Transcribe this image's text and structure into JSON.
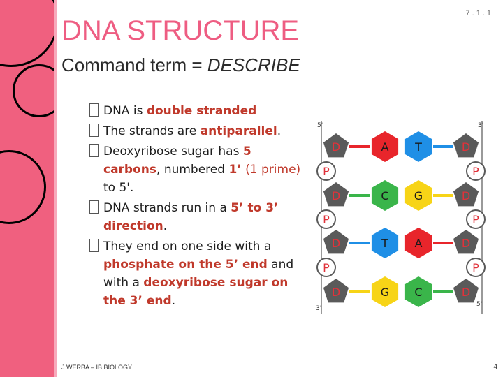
{
  "slide": {
    "number_label": "7.1.1",
    "title": "DNA STRUCTURE",
    "subtitle_prefix": "Command term = ",
    "subtitle_term": "DESCRIBE",
    "footer": "J WERBA – IB BIOLOGY",
    "page_number": "4"
  },
  "bullets": [
    {
      "parts": [
        {
          "text": "DNA is ",
          "hl": false
        },
        {
          "text": "double stranded",
          "hl": true
        }
      ]
    },
    {
      "parts": [
        {
          "text": "The strands are ",
          "hl": false
        },
        {
          "text": "antiparallel",
          "hl": true
        },
        {
          "text": ".",
          "hl": false
        }
      ]
    },
    {
      "parts": [
        {
          "text": "Deoxyribose sugar has ",
          "hl": false
        },
        {
          "text": "5 carbons",
          "hl": true
        },
        {
          "text": ", numbered ",
          "hl": false
        },
        {
          "text": "1’",
          "hl": true
        },
        {
          "text": " (1 prime)",
          "hl": "soft"
        },
        {
          "text": " to 5'.",
          "hl": false
        }
      ]
    },
    {
      "parts": [
        {
          "text": "DNA strands run in a ",
          "hl": false
        },
        {
          "text": "5’ to 3’ direction",
          "hl": true
        },
        {
          "text": ".",
          "hl": false
        }
      ]
    },
    {
      "parts": [
        {
          "text": "They end on one side with a ",
          "hl": false
        },
        {
          "text": "phosphate on the 5’ end",
          "hl": true
        },
        {
          "text": " and with a ",
          "hl": false
        },
        {
          "text": "deoxyribose sugar on the 3’ end",
          "hl": true
        },
        {
          "text": ".",
          "hl": false
        }
      ]
    }
  ],
  "diagram": {
    "left_strand": [
      "D",
      "P",
      "D",
      "P",
      "D",
      "P",
      "D"
    ],
    "right_strand": [
      "D",
      "P",
      "D",
      "P",
      "D",
      "P",
      "D"
    ],
    "end_labels": {
      "top_left": "5'",
      "top_right": "3'",
      "bottom_left": "3'",
      "bottom_right": "5'"
    },
    "base_pairs": [
      {
        "left": "A",
        "right": "T",
        "left_color": "#e8252b",
        "right_color": "#1f8fe6"
      },
      {
        "left": "C",
        "right": "G",
        "left_color": "#3ab54a",
        "right_color": "#f7d417"
      },
      {
        "left": "T",
        "right": "A",
        "left_color": "#1f8fe6",
        "right_color": "#e8252b"
      },
      {
        "left": "G",
        "right": "C",
        "left_color": "#f7d417",
        "right_color": "#3ab54a"
      }
    ],
    "colors": {
      "sugar": "#5a5a5a",
      "phosphate": "#ffffff",
      "label": "#e0323a",
      "backbone_line": "#9a9a9a"
    }
  }
}
